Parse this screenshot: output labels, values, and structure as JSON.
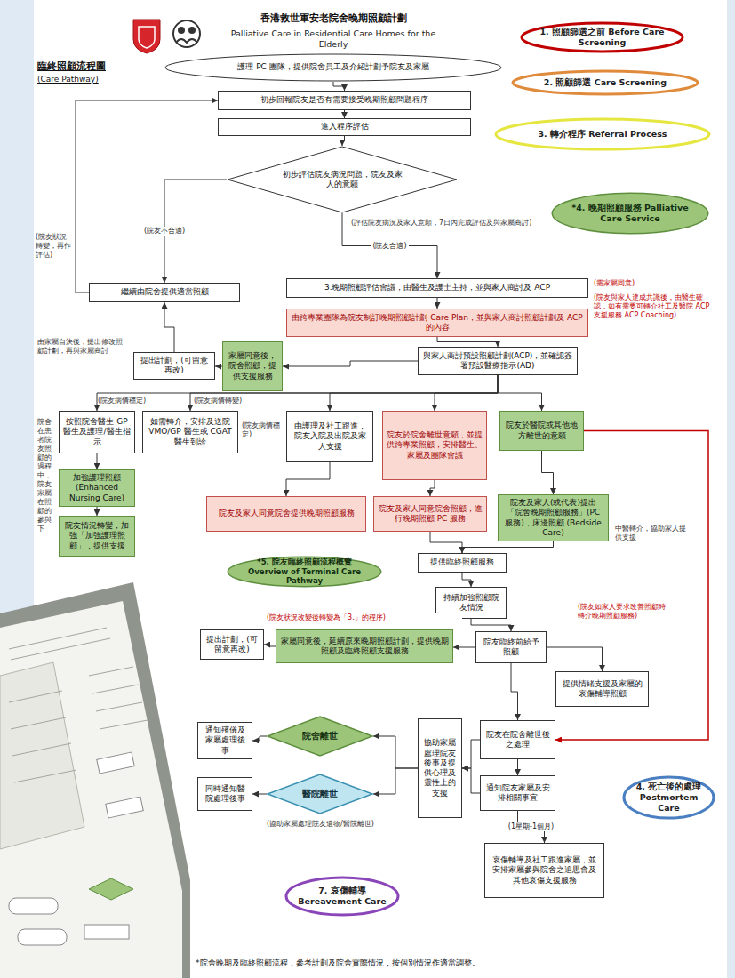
{
  "diagram": {
    "title": "香港救世軍安老院舍晚期照顧計劃",
    "caption": "*院舍晚期及臨終照顧流程，參考計劃及院舍實際情況，按個別情況作適當調整。",
    "nodes": [
      {
        "text": [
          "1. 照顧篩選之前 Before Care Screening"
        ]
      },
      {
        "text": [
          "護理 PC 團隊，提供院舍員工及介紹計劃予院友及家屬"
        ]
      },
      {
        "text": [
          "2. 照顧篩選 Care Screening"
        ]
      },
      {
        "text": [
          "初步回報院友是否有需要接受晚期照顧問題程序"
        ]
      },
      {
        "text": [
          "進入程序評估"
        ]
      },
      {
        "text": [
          "3. 轉介程序 Referral Process"
        ]
      },
      {
        "text": [
          "初步評估院友病況問題，院友及家人的意願"
        ]
      },
      {
        "text": [
          "*4. 晚期照顧服務 Palliative Care Service"
        ]
      },
      {
        "text": [
          "繼續由院舍提供適當照顧"
        ]
      },
      {
        "text": [
          "3.晚期照顧評估會議，由醫生及護士主持，並與家人商討及 ACP"
        ]
      },
      {
        "text": [
          "由跨專業團隊為院友制訂晚期照顧計劃 Care Plan，並與家人商討照顧計劃及 ACP 的內容"
        ]
      },
      {
        "text": [
          "家屬同意後，院舍照顧，提供支援服務"
        ]
      },
      {
        "text": [
          "提出計劃，(可留意再改)"
        ]
      },
      {
        "text": [
          "與家人商討預設照顧計劃(ACP)，並確認簽署預設醫療指示(AD)"
        ]
      },
      {
        "text": [
          "按照院舍醫生 GP 醫生及護理/醫生指示"
        ]
      },
      {
        "text": [
          "如需轉介，安排及送院 VMO/GP 醫生或 CGAT 醫生到診"
        ]
      },
      {
        "text": [
          "由護理及社工跟進，院友入院及出院及家人支援"
        ]
      },
      {
        "text": [
          "院友於院舍離世意願，並提供跨專業照顧，安排醫生、家屬及團隊會議"
        ]
      },
      {
        "text": [
          "院友於醫院或其他地方離世的意願"
        ]
      },
      {
        "text": [
          "加強護理照顧 (Enhanced Nursing Care)"
        ]
      },
      {
        "text": [
          "院友情況轉變，加強「加強護理照顧」，提供支援"
        ]
      },
      {
        "text": [
          "院友及家人同意院舍提供晚期照顧服務"
        ]
      },
      {
        "text": [
          "院友及家人同意院舍照顧，進行晚期照顧 PC 服務"
        ]
      },
      {
        "text": [
          "院友及家人(或代表)提出「院舍晚期照顧服務」(PC 服務)，床邊照顧 (Bedside Care)"
        ]
      },
      {
        "text": [
          "提供臨終照顧服務"
        ]
      },
      {
        "text": [
          "*5. 院友臨終照顧流程概覽 Overview of Terminal Care Pathway"
        ]
      },
      {
        "text": [
          "持續加強照顧院友情況"
        ]
      },
      {
        "text": [
          "提出計劃，(可留意再改)"
        ]
      },
      {
        "text": [
          "家屬同意後，延續原來晚期照顧計劃，提供晚期照顧及臨終照顧支援服務"
        ]
      },
      {
        "text": [
          "院友臨終前給予照顧"
        ]
      },
      {
        "text": [
          "提供情緒支援及家屬的哀傷輔導照顧"
        ]
      },
      {
        "text": [
          "院舍離世"
        ]
      },
      {
        "text": [
          "通知殯儀及家屬處理後事"
        ]
      },
      {
        "text": [
          "協助家屬處理院友後事及提供心理及靈性上的支援"
        ]
      },
      {
        "text": [
          "院友在院舍離世後之處理"
        ]
      },
      {
        "text": [
          "4. 死亡後的處理 Postmortem Care"
        ]
      },
      {
        "text": [
          "醫院離世"
        ]
      },
      {
        "text": [
          "同時通知醫院處理後事"
        ]
      },
      {
        "text": [
          "通知院友家屬及安排相關事宜"
        ]
      },
      {
        "text": [
          "哀傷輔導及社工跟進家屬，並安排家屬參與院舍之追思會及其他哀傷支援服務"
        ]
      },
      {
        "text": [
          "7. 哀傷輔導 Bereavement Care"
        ]
      }
    ],
    "edges": [
      {
        "from": 1,
        "to": 3,
        "arrow": "to"
      },
      {
        "from": 3,
        "to": 4,
        "arrow": "to"
      },
      {
        "from": 4,
        "to": 6,
        "arrow": "to"
      },
      {
        "from": 6,
        "to": 9,
        "label": "(院友合適)",
        "arrow": "to"
      },
      {
        "from": 6,
        "to": 8,
        "label": "(院友不合適)",
        "arrow": "to"
      },
      {
        "from": 8,
        "to": 3,
        "arrow": "to"
      },
      {
        "from": 9,
        "to": 10,
        "arrow": "to"
      },
      {
        "from": 10,
        "to": 13,
        "arrow": "to"
      },
      {
        "from": 13,
        "to": 11,
        "arrow": "to"
      },
      {
        "from": 11,
        "to": 12,
        "arrow": "to"
      },
      {
        "from": 12,
        "to": 8,
        "arrow": "to"
      },
      {
        "from": 13,
        "to": 14,
        "arrow": "to"
      },
      {
        "from": 13,
        "to": 15,
        "arrow": "to"
      },
      {
        "from": 13,
        "to": 16,
        "arrow": "to"
      },
      {
        "from": 13,
        "to": 17,
        "arrow": "to"
      },
      {
        "from": 13,
        "to": 18,
        "arrow": "to"
      },
      {
        "from": 14,
        "to": 19,
        "arrow": "to"
      },
      {
        "from": 19,
        "to": 20,
        "arrow": "to"
      },
      {
        "from": 16,
        "to": 21,
        "arrow": "to"
      },
      {
        "from": 17,
        "to": 22,
        "arrow": "to"
      },
      {
        "from": 18,
        "to": 23,
        "arrow": "to"
      },
      {
        "from": 22,
        "to": 24,
        "arrow": "to"
      },
      {
        "from": 23,
        "to": 24,
        "arrow": "to"
      },
      {
        "from": 24,
        "to": 26,
        "arrow": "to"
      },
      {
        "from": 26,
        "to": 29,
        "arrow": "to"
      },
      {
        "from": 29,
        "to": 28,
        "arrow": "to"
      },
      {
        "from": 28,
        "to": 27,
        "arrow": "to"
      },
      {
        "from": 29,
        "to": 30,
        "arrow": "to"
      },
      {
        "from": 29,
        "to": 34,
        "arrow": "to"
      },
      {
        "from": 34,
        "to": 38,
        "arrow": "to"
      },
      {
        "from": 34,
        "to": 33,
        "arrow": "to"
      },
      {
        "from": 38,
        "to": 33,
        "arrow": "to"
      },
      {
        "from": 33,
        "to": 31,
        "arrow": "to"
      },
      {
        "from": 33,
        "to": 36,
        "arrow": "to"
      },
      {
        "from": 31,
        "to": 32,
        "arrow": "to"
      },
      {
        "from": 36,
        "to": 37,
        "arrow": "to"
      },
      {
        "from": 38,
        "to": 39,
        "label": "(1星期-1個月)",
        "arrow": "to"
      },
      {
        "from": 18,
        "to": 34,
        "arrow": "to"
      }
    ],
    "labels": [
      "Palliative Care in Residential Care Homes for the Elderly",
      "臨終照顧流程圖",
      "(Care Pathway)",
      "(評估院友病況及家人意願，7日內完成評估及與家屬商討)",
      "(院友狀況轉變，再作評估)",
      "(需家屬同意)",
      "(院友與家人達成共識後，由醫生確認，如有需要可轉介社工及醫院 ACP 支援服務 ACP Coaching)",
      "由家屬自決後，提出修改照顧計劃，再與家屬商討",
      "(院友病情穩定)",
      "(院友病情轉變)",
      "(院友病情穩定)",
      "院舍在患者院友照顧的過程中，院友家屬在照顧的參與下",
      "中醫轉介，協助家人提供支援",
      "(院友如家人要求改善照顧時轉介晚期照顧服務)",
      "(院友狀況改變後轉變為「3.」的程序)",
      "(協助家屬處理院友遺物/醫院離世)"
    ]
  }
}
